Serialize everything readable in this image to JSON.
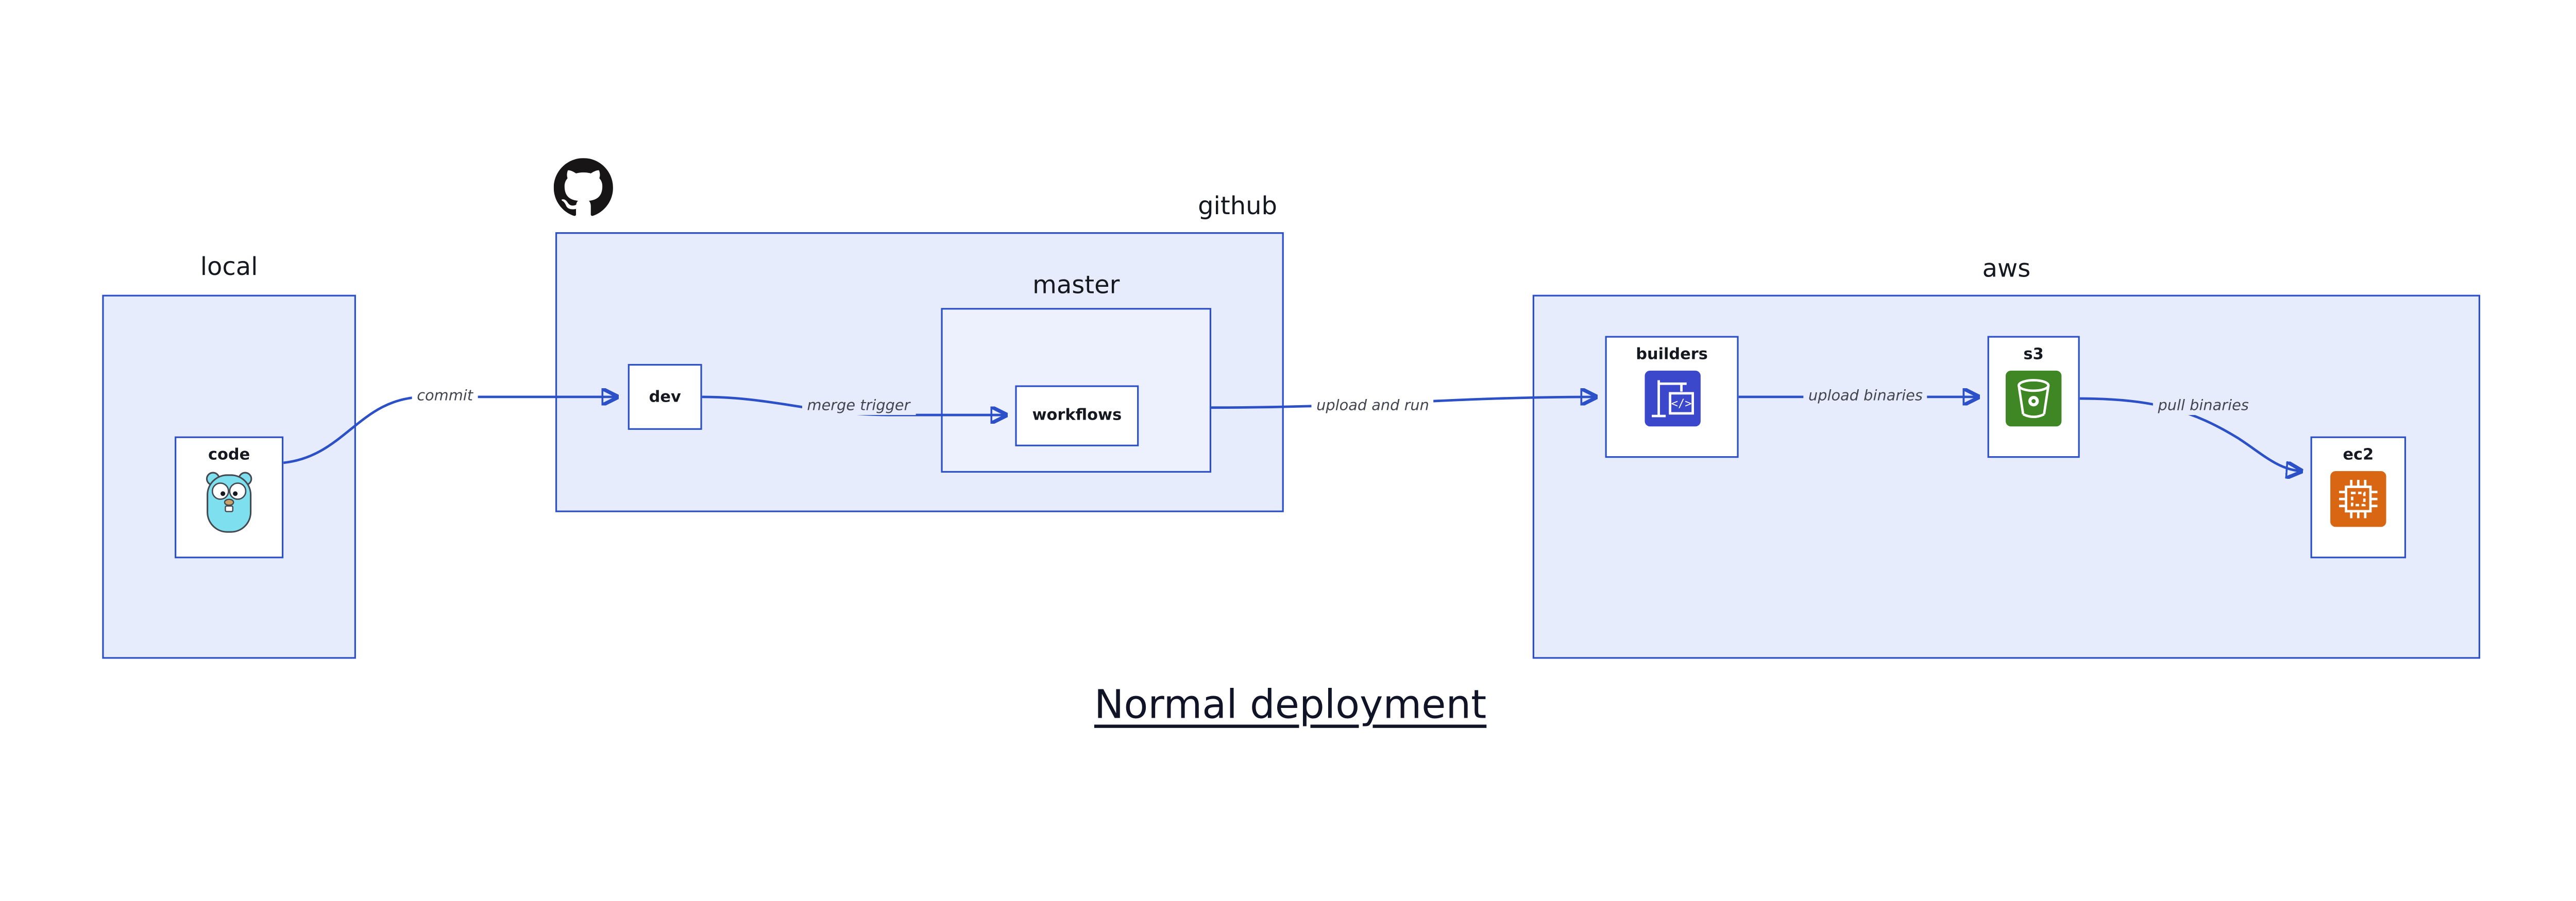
{
  "title": "Normal deployment",
  "containers": {
    "local": {
      "label": "local"
    },
    "github": {
      "label": "github"
    },
    "master": {
      "label": "master"
    },
    "aws": {
      "label": "aws"
    }
  },
  "nodes": {
    "code": {
      "label": "code",
      "icon": "go-gopher-icon"
    },
    "dev": {
      "label": "dev"
    },
    "workflows": {
      "label": "workflows"
    },
    "builders": {
      "label": "builders",
      "icon": "aws-codebuild-icon"
    },
    "s3": {
      "label": "s3",
      "icon": "aws-s3-bucket-icon"
    },
    "ec2": {
      "label": "ec2",
      "icon": "aws-ec2-chip-icon"
    }
  },
  "edges": [
    {
      "from": "code",
      "to": "dev",
      "label": "commit"
    },
    {
      "from": "dev",
      "to": "workflows",
      "label": "merge trigger"
    },
    {
      "from": "master",
      "to": "builders",
      "label": "upload and run"
    },
    {
      "from": "builders",
      "to": "s3",
      "label": "upload binaries"
    },
    {
      "from": "s3",
      "to": "ec2",
      "label": "pull binaries"
    }
  ],
  "icons": {
    "github": "github-octocat-icon",
    "code": "go-gopher-icon",
    "builders": "aws-codebuild-icon",
    "s3": "aws-s3-bucket-icon",
    "ec2": "aws-ec2-chip-icon"
  },
  "colors": {
    "stroke_blue": "#2B50C8",
    "container_fill": "#E6ECFC",
    "node_fill": "#FFFFFF",
    "gopher_cyan": "#7EE0EF",
    "codebuild_blue": "#3B48CC",
    "s3_green": "#3F8624",
    "ec2_orange": "#D86613",
    "github_black": "#171515"
  }
}
